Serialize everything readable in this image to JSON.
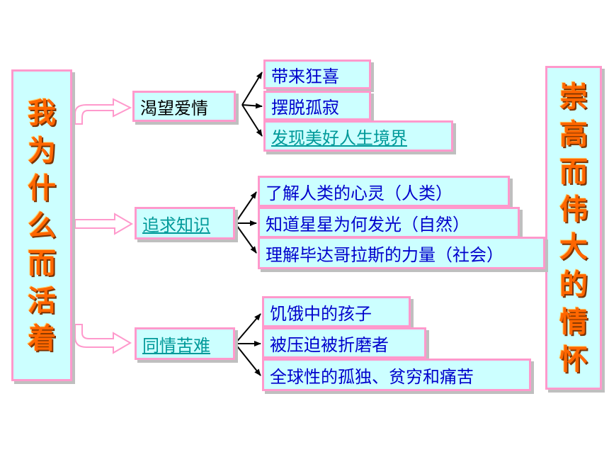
{
  "left_title": [
    "我",
    "为",
    "什",
    "么",
    "而",
    "活",
    "着"
  ],
  "right_title": [
    "崇",
    "高",
    "而",
    "伟",
    "大",
    "的",
    "情",
    "怀"
  ],
  "topics": [
    {
      "label": "渴望爱情",
      "items": [
        "带来狂喜",
        "摆脱孤寂",
        "发现美好人生境界"
      ]
    },
    {
      "label": "追求知识",
      "items": [
        "了解人类的心灵（人类）",
        "知道星星为何发光（自然）",
        "理解毕达哥拉斯的力量（社会）"
      ]
    },
    {
      "label": "同情苦难",
      "items": [
        "饥饿中的孩子",
        "被压迫被折磨者",
        "全球性的孤独、贫穷和痛苦"
      ]
    }
  ],
  "colors": {
    "box_fill": "#ccffff",
    "box_border": "#ff99cc",
    "title_text": "#ff6600",
    "item_text": "#0000cc",
    "link_text": "#009999"
  }
}
